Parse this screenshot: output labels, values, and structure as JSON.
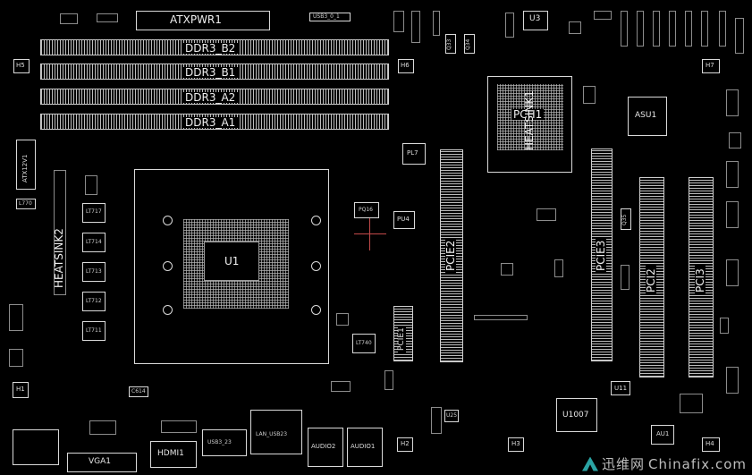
{
  "labels": {
    "atxpwr1": "ATXPWR1",
    "usb3_0_1": "USB3_0_1",
    "u3": "U3",
    "ddr3_b2": "DDR3_B2",
    "ddr3_b1": "DDR3_B1",
    "ddr3_a2": "DDR3_A2",
    "ddr3_a1": "DDR3_A1",
    "h5": "H5",
    "h6": "H6",
    "h7": "H7",
    "q33": "Q33",
    "q34": "Q34",
    "pch1": "PCH1",
    "heatsink1": "HEATSINK1",
    "asu1": "ASU1",
    "atx12v1": "ATX12V1",
    "l770": "L770",
    "lt717": "LT717",
    "lt714": "LT714",
    "lt713": "LT713",
    "lt712": "LT712",
    "lt711": "LT711",
    "heatsink2": "HEATSINK2",
    "u1": "U1",
    "pl7": "PL7",
    "pq16": "PQ16",
    "pu4": "PU4",
    "pcie2": "PCIE2",
    "pcie3": "PCIE3",
    "pci2": "PCI2",
    "pci3": "PCI3",
    "q35": "Q35",
    "pcie1": "PCIE1",
    "lt740": "LT740",
    "h1": "H1",
    "c614": "C614",
    "u11": "U11",
    "u1007": "U1007",
    "au1": "AU1",
    "vga1": "VGA1",
    "hdmi1": "HDMI1",
    "usb3_23": "USB3_23",
    "lan_usb23": "LAN_USB23",
    "audio2": "AUDIO2",
    "audio1": "AUDIO1",
    "h2": "H2",
    "h3": "H3",
    "h4": "H4",
    "u25": "U25"
  },
  "watermark": {
    "cn": "迅维网",
    "url": "Chinafix.com"
  },
  "colors": {
    "background": "#000000",
    "outline": "#d9d9d9",
    "crosshair": "#c24a4a",
    "watermark_logo": "#2aa3a3"
  }
}
